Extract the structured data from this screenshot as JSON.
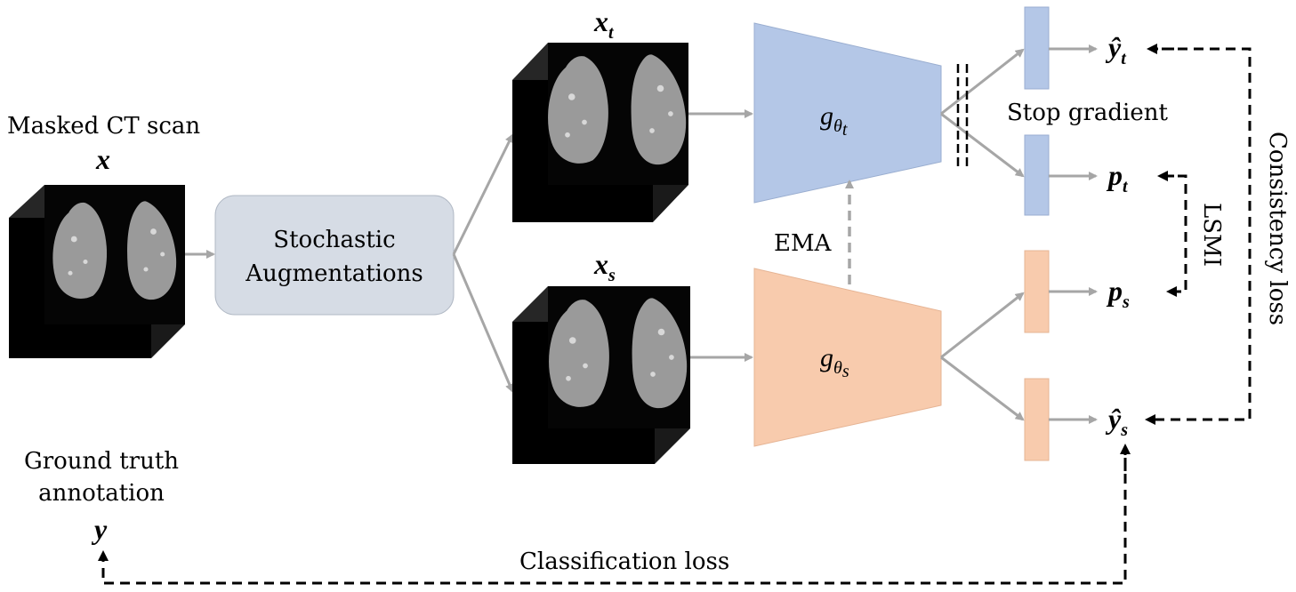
{
  "inputs": {
    "caption": "Masked CT scan",
    "symbol": "x"
  },
  "augment": {
    "line1": "Stochastic",
    "line2": "Augmentations"
  },
  "views": {
    "teacher_base": "x",
    "teacher_sub": "t",
    "student_base": "x",
    "student_sub": "s"
  },
  "networks": {
    "teacher_base": "g",
    "teacher_sub_theta": "θ",
    "teacher_sub": "t",
    "student_base": "g",
    "student_sub_theta": "θ",
    "student_sub": "s"
  },
  "outputs": {
    "yt_base": "ŷ",
    "yt_sub": "t",
    "pt_base": "p",
    "pt_sub": "t",
    "ps_base": "p",
    "ps_sub": "s",
    "ys_base": "ŷ",
    "ys_sub": "s"
  },
  "labels": {
    "ema": "EMA",
    "stop_gradient": "Stop gradient",
    "lsmi": "LSMI",
    "consistency": "Consistency loss",
    "classification": "Classification loss",
    "ground_truth_1": "Ground truth",
    "ground_truth_2": "annotation",
    "ground_truth_symbol": "y"
  },
  "colors": {
    "teacher": "#b4c7e7",
    "student": "#f8cbad",
    "augment_box": "#d6dce5",
    "flow_arrow": "#a6a6a6",
    "loss_arrow": "#000000"
  }
}
